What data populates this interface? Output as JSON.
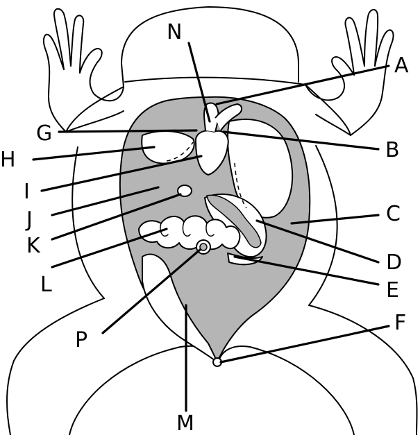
{
  "colors": {
    "cavity_fill": "#b5b5b5",
    "line": "#000000",
    "background": "#ffffff"
  },
  "labels": {
    "A": "A",
    "B": "B",
    "C": "C",
    "D": "D",
    "E": "E",
    "F": "F",
    "G": "G",
    "H": "H",
    "I": "I",
    "J": "J",
    "K": "K",
    "L": "L",
    "M": "M",
    "N": "N",
    "P": "P"
  }
}
